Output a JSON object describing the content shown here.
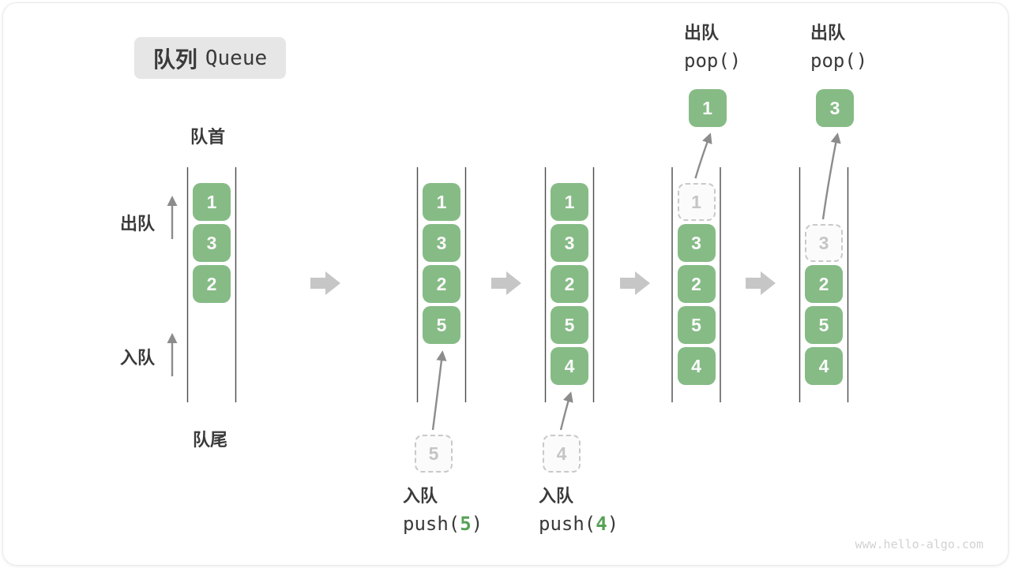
{
  "title": {
    "zh": "队列",
    "en": "Queue"
  },
  "labels": {
    "front": "队首",
    "rear": "队尾",
    "dequeue": "出队",
    "enqueue": "入队"
  },
  "watermark": "www.hello-algo.com",
  "colors": {
    "box_green": "#86bb86",
    "box_text": "#fafafa",
    "dashed_border": "#c9c9c9",
    "dashed_text": "#c5c5c5",
    "column_line": "#4a4a4a",
    "thin_arrow": "#8c8c8c",
    "block_arrow": "#c6c6c6",
    "text_dark": "#3a3a3a",
    "code_arg_green": "#56a156",
    "chip_bg": "#e6e6e6"
  },
  "states": [
    {
      "name": "state-1-initial",
      "cells": [
        {
          "v": "1",
          "t": "g"
        },
        {
          "v": "3",
          "t": "g"
        },
        {
          "v": "2",
          "t": "g"
        }
      ]
    },
    {
      "name": "state-2-push-5",
      "cells": [
        {
          "v": "1",
          "t": "g"
        },
        {
          "v": "3",
          "t": "g"
        },
        {
          "v": "2",
          "t": "g"
        },
        {
          "v": "5",
          "t": "g"
        }
      ],
      "pending": "5",
      "op": {
        "label": "入队",
        "pre": "push(",
        "arg": "5",
        "post": ")"
      }
    },
    {
      "name": "state-3-push-4",
      "cells": [
        {
          "v": "1",
          "t": "g"
        },
        {
          "v": "3",
          "t": "g"
        },
        {
          "v": "2",
          "t": "g"
        },
        {
          "v": "5",
          "t": "g"
        },
        {
          "v": "4",
          "t": "g"
        }
      ],
      "pending": "4",
      "op": {
        "label": "入队",
        "pre": "push(",
        "arg": "4",
        "post": ")"
      }
    },
    {
      "name": "state-4-pop-1",
      "cells": [
        {
          "v": "1",
          "t": "d"
        },
        {
          "v": "3",
          "t": "g"
        },
        {
          "v": "2",
          "t": "g"
        },
        {
          "v": "5",
          "t": "g"
        },
        {
          "v": "4",
          "t": "g"
        }
      ],
      "popped": "1",
      "op": {
        "label": "出队",
        "pre": "pop(",
        "arg": "",
        "post": ")"
      }
    },
    {
      "name": "state-5-pop-3",
      "cells": [
        {
          "t": "e"
        },
        {
          "v": "3",
          "t": "d"
        },
        {
          "v": "2",
          "t": "g"
        },
        {
          "v": "5",
          "t": "g"
        },
        {
          "v": "4",
          "t": "g"
        }
      ],
      "popped": "3",
      "op": {
        "label": "出队",
        "pre": "pop(",
        "arg": "",
        "post": ")"
      }
    }
  ]
}
